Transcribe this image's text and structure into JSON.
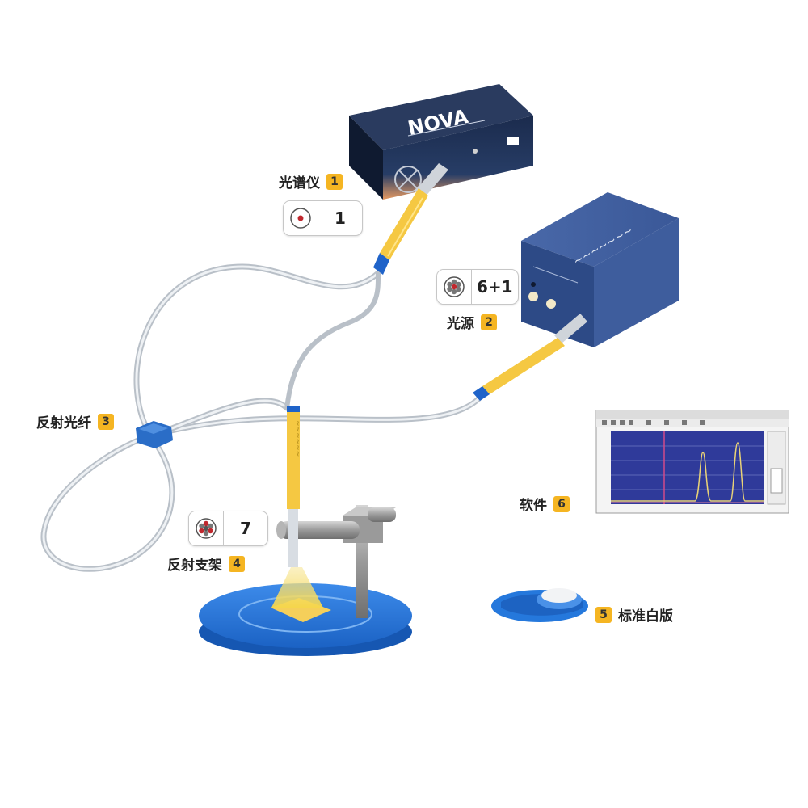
{
  "components": [
    {
      "id": "spectrometer",
      "label": "光谱仪",
      "badge": "1",
      "device_text": "NOVA"
    },
    {
      "id": "light_source",
      "label": "光源",
      "badge": "2"
    },
    {
      "id": "reflection_fiber",
      "label": "反射光纤",
      "badge": "3"
    },
    {
      "id": "reflection_holder",
      "label": "反射支架",
      "badge": "4"
    },
    {
      "id": "white_standard",
      "label": "标准白版",
      "badge": "5"
    },
    {
      "id": "software",
      "label": "软件",
      "badge": "6"
    }
  ],
  "fiber_boxes": [
    {
      "id": "single",
      "value": "1"
    },
    {
      "id": "source_bundle",
      "value": "6+1"
    },
    {
      "id": "probe_bundle",
      "value": "7"
    }
  ],
  "colors": {
    "fiber_yellow": "#f5c842",
    "fiber_blue": "#1f63c9",
    "device_navy": "#1d2f52",
    "source_blue": "#34538f",
    "platform_blue": "#2f7fe0",
    "badge": "#f5b522"
  }
}
